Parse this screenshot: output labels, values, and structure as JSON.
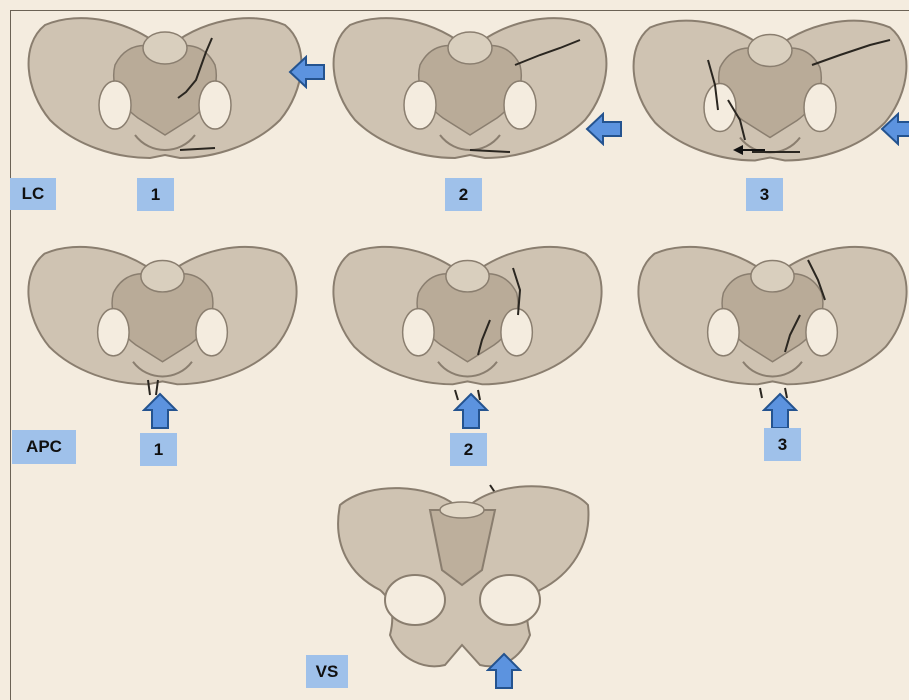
{
  "rows": {
    "lc": {
      "label": "LC",
      "stages": [
        {
          "number": "1"
        },
        {
          "number": "2"
        },
        {
          "number": "3"
        }
      ]
    },
    "apc": {
      "label": "APC",
      "stages": [
        {
          "number": "1"
        },
        {
          "number": "2"
        },
        {
          "number": "3"
        }
      ]
    },
    "vs": {
      "label": "VS"
    }
  },
  "colors": {
    "background": "#f4ecdf",
    "bone": "#cfc3b2",
    "bone_shadow": "#9c8f7f",
    "label_fill": "#9fc1ea",
    "arrow_fill": "#5c93df",
    "arrow_stroke": "#24538f",
    "fracture_line": "#2a2620"
  },
  "icons": [
    "pelvis-illustration",
    "force-arrow-left",
    "force-arrow-up",
    "fracture-line"
  ]
}
